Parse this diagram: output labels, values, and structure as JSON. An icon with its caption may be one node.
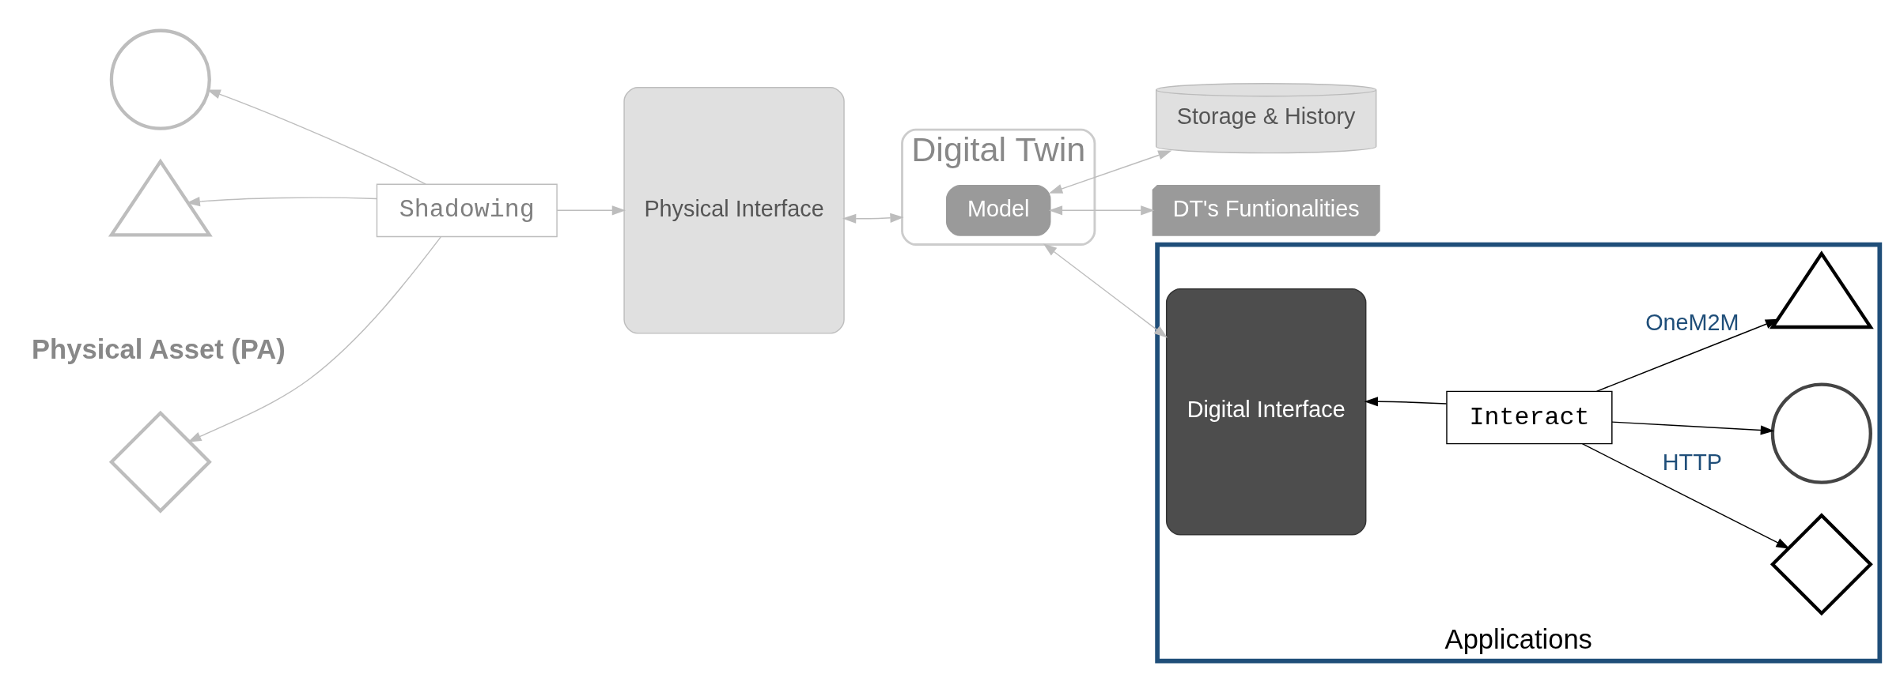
{
  "diagram": {
    "nodes": [
      {
        "text": [],
        "shape": "circle"
      },
      {
        "text": [],
        "shape": "triangle"
      },
      {
        "text": [],
        "shape": "diamond"
      },
      {
        "text": [
          "Shadowing"
        ]
      },
      {
        "text": [
          "Physical Interface"
        ]
      },
      {
        "text": [
          "Digital Twin"
        ]
      },
      {
        "text": [
          "Model"
        ],
        "in": 5
      },
      {
        "text": [
          "Storage & History"
        ]
      },
      {
        "text": [
          "DT's Funtionalities"
        ]
      },
      {
        "text": [
          "Applications"
        ]
      },
      {
        "text": [
          "Digital Interface"
        ],
        "in": 9
      },
      {
        "text": [
          "Interact"
        ],
        "in": 9
      },
      {
        "text": [],
        "shape": "diamond",
        "in": 9
      },
      {
        "text": [],
        "shape": "circle",
        "in": 9
      },
      {
        "text": [],
        "shape": "triangle",
        "in": 9
      }
    ],
    "edges": [
      {
        "from": 3,
        "to": 0,
        "arrow": "to"
      },
      {
        "from": 3,
        "to": 1,
        "arrow": "to"
      },
      {
        "from": 3,
        "to": 2,
        "arrow": "to"
      },
      {
        "from": 3,
        "to": 4,
        "arrow": "to"
      },
      {
        "from": 5,
        "to": 4,
        "arrow": "both"
      },
      {
        "from": 5,
        "to": 10,
        "arrow": "both"
      },
      {
        "from": 6,
        "to": 7,
        "arrow": "both"
      },
      {
        "from": 6,
        "to": 8,
        "arrow": "both"
      },
      {
        "from": 11,
        "to": 10,
        "arrow": "to",
        "color": "#000000"
      },
      {
        "from": 11,
        "to": 12,
        "arrow": "to",
        "label": "HTTP",
        "color": "#000000"
      },
      {
        "from": 11,
        "to": 13,
        "arrow": "to",
        "color": "#000000"
      },
      {
        "from": 11,
        "to": 14,
        "arrow": "to",
        "label": "OneM2M",
        "color": "#000000"
      }
    ],
    "labels": [
      "Physical Asset (PA)"
    ]
  }
}
